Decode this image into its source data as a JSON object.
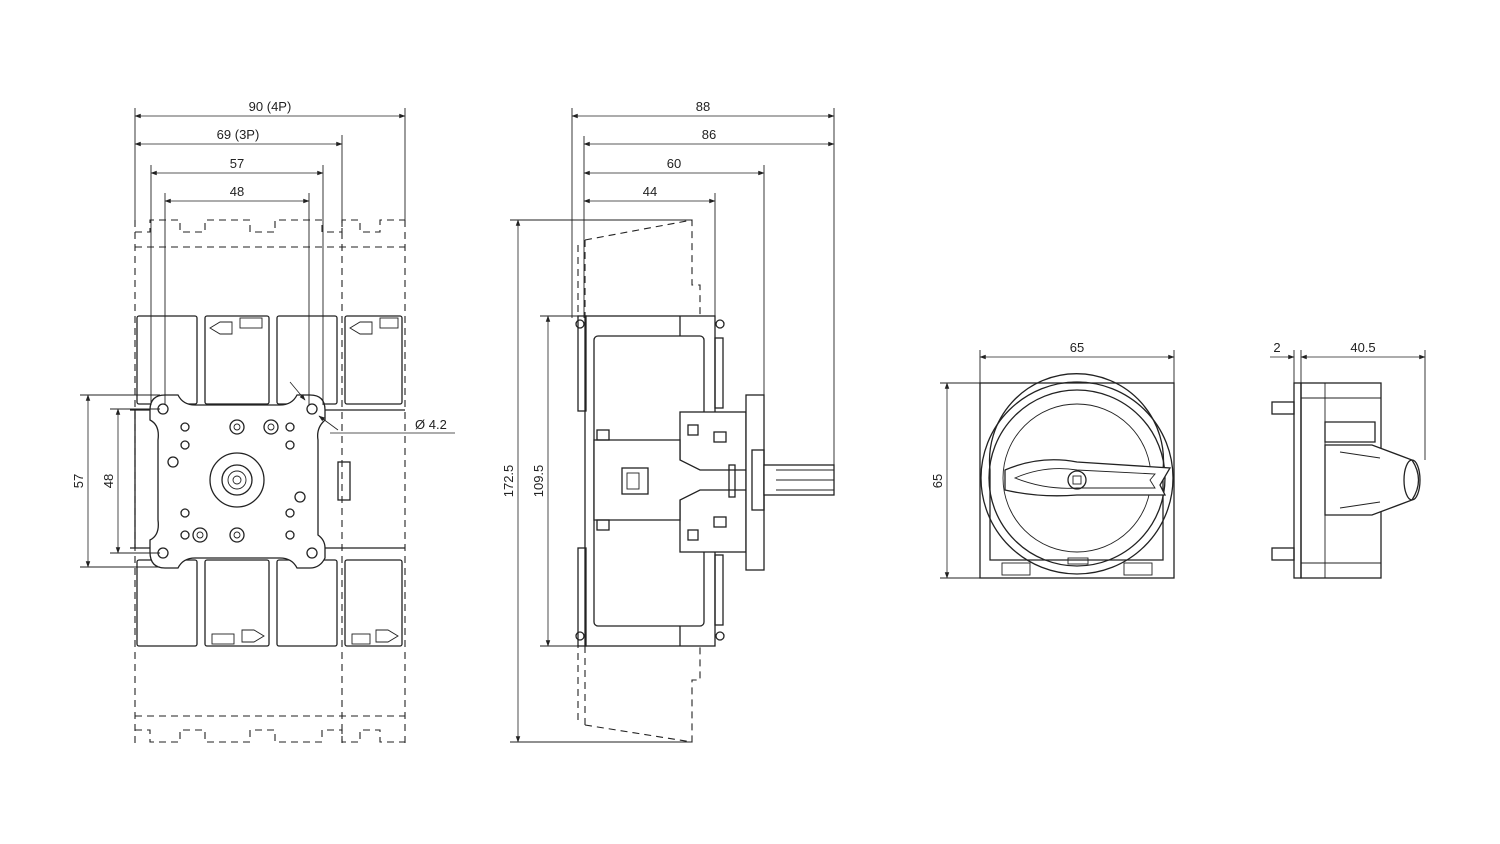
{
  "front_view": {
    "dim_width_4p": "90 (4P)",
    "dim_width_3p": "69 (3P)",
    "dim_hole_outer": "57",
    "dim_hole_inner": "48",
    "dim_hole_diameter": "Ø 4.2",
    "dim_height_outer": "57",
    "dim_height_inner": "48"
  },
  "side_view": {
    "dim_depth_total": "88",
    "dim_depth_shaft": "86",
    "dim_depth_body": "60",
    "dim_depth_base": "44",
    "dim_height_total": "172.5",
    "dim_height_body": "109.5"
  },
  "handle_front_view": {
    "dim_width": "65",
    "dim_height": "65"
  },
  "handle_side_view": {
    "dim_thickness": "2",
    "dim_depth": "40.5"
  }
}
